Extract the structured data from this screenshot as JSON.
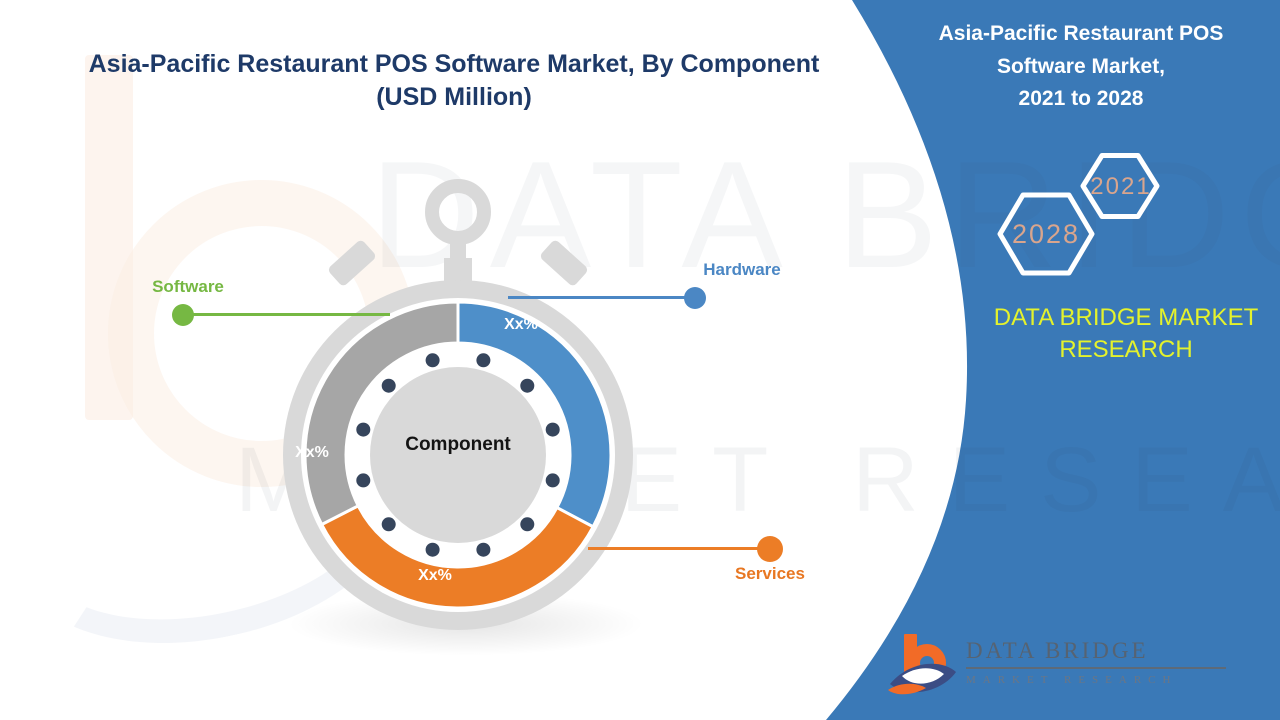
{
  "chart": {
    "title": "Asia-Pacific Restaurant POS Software Market, By Component (USD Million)",
    "center_label": "Component"
  },
  "chart_data": {
    "type": "pie",
    "subtype": "donut-stopwatch",
    "title": "Asia-Pacific Restaurant POS Software Market, By Component (USD Million)",
    "center_label": "Component",
    "segments": [
      {
        "label": "Hardware",
        "displayed_value": "Xx%",
        "estimated_share_pct": 33,
        "arc_deg": [
          0,
          118
        ],
        "color": "#4e8fc9"
      },
      {
        "label": "Services",
        "displayed_value": "Xx%",
        "estimated_share_pct": 35,
        "arc_deg": [
          118,
          243
        ],
        "color": "#ec7d26"
      },
      {
        "label": "Software",
        "displayed_value": "Xx%",
        "estimated_share_pct": 32,
        "arc_deg": [
          243,
          360
        ],
        "color": "#a6a6a6"
      }
    ],
    "legend_position": "callout-labels"
  },
  "side_panel": {
    "title_lines": [
      "Asia-Pacific Restaurant POS",
      "Software Market,",
      "2021 to 2028"
    ],
    "hexagon_years": [
      "2028",
      "2021"
    ],
    "brand_lines": [
      "DATA BRIDGE MARKET",
      "RESEARCH"
    ],
    "panel_color": "#3a79b7",
    "brand_color": "#e4f22c",
    "year_color": "#d9a58d"
  },
  "footer_logo": {
    "name": "DATA BRIDGE",
    "sub": "MARKET RESEARCH"
  },
  "watermark": {
    "line1": "DATA BRIDGE",
    "line2": "MARKET RESEARCH"
  },
  "colors": {
    "title_navy": "#1e3a68",
    "software_green": "#76b843",
    "hardware_blue": "#4b87c4",
    "services_orange": "#e87722",
    "stopwatch_gray": "#d9d9d9",
    "tick_dot_navy": "#36455c"
  }
}
